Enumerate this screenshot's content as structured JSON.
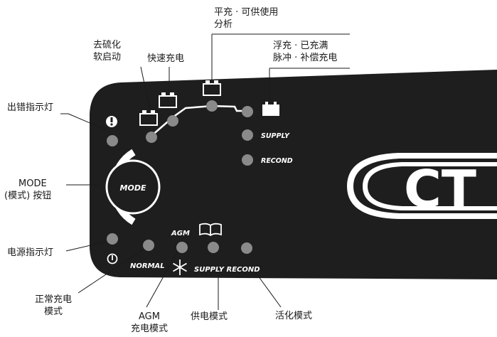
{
  "panel": {
    "mode_button": "MODE",
    "status_supply": "SUPPLY",
    "status_recond": "RECOND",
    "mode_agm": "AGM",
    "mode_normal": "NORMAL",
    "mode_supply_recond": "SUPPLY RECOND",
    "brand_partial": "CT",
    "colors": {
      "panel": "#1e1e1e",
      "led": "#8a8a8a",
      "text": "#ffffff"
    },
    "icons": [
      "battery-icon",
      "exclamation-icon",
      "power-icon",
      "book-icon",
      "snowflake-icon"
    ]
  },
  "callouts": {
    "desulphation_line1": "去硫化",
    "desulphation_line2": "软启动",
    "fast_charge": "快速充电",
    "balance_line1": "平充 · 可供使用",
    "balance_line2": "分析",
    "float_line1": "浮充 · 已充满",
    "float_line2": "脉冲 · 补偿充电",
    "error_light": "出错指示灯",
    "mode_line1": "MODE",
    "mode_line2": "(模式) 按钮",
    "power_light": "电源指示灯",
    "normal_mode_line1": "正常充电",
    "normal_mode_line2": "模式",
    "agm_mode_line1": "AGM",
    "agm_mode_line2": "充电模式",
    "supply_mode": "供电模式",
    "recond_mode": "活化模式"
  }
}
